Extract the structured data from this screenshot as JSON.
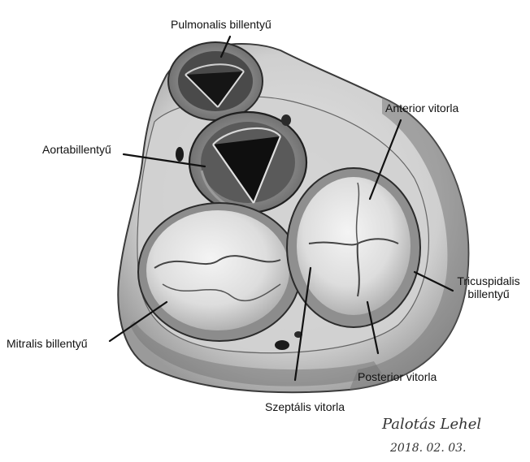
{
  "labels": {
    "pulmonalis": "Pulmonalis billentyű",
    "anterior": "Anterior vitorla",
    "aorta": "Aortabillentyű",
    "tricuspidalis_line1": "Tricuspidalis",
    "tricuspidalis_line2": "billentyű",
    "mitralis": "Mitralis billentyű",
    "posterior": "Posterior vitorla",
    "szeptalis": "Szeptális vitorla"
  },
  "signature": {
    "name": "Palotás Lehel",
    "date": "2018. 02. 03."
  },
  "colors": {
    "background": "#ffffff",
    "tissue": "#d8d8d8",
    "shadow": "#8a8a8a",
    "dark": "#1c1c1c",
    "line": "#111111"
  }
}
